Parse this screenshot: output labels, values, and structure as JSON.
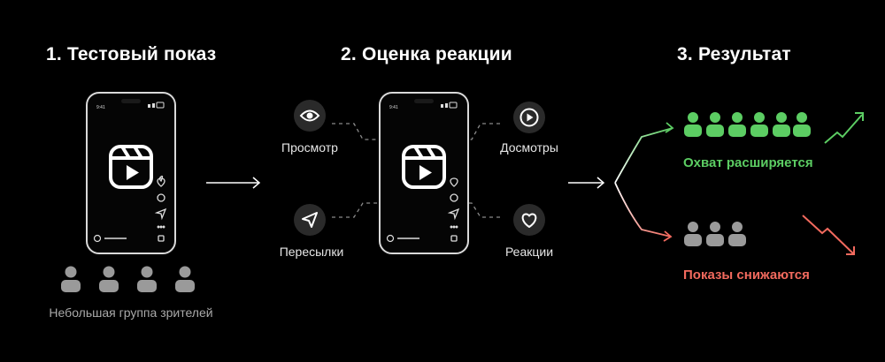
{
  "steps": [
    {
      "title": "1. Тестовый показ"
    },
    {
      "title": "2. Оценка реакции"
    },
    {
      "title": "3. Результат"
    }
  ],
  "step1": {
    "caption": "Небольшая группа зрителей"
  },
  "step2": {
    "metrics": [
      {
        "label": "Просмотр",
        "icon": "eye-icon"
      },
      {
        "label": "Пересылки",
        "icon": "send-icon"
      },
      {
        "label": "Досмотры",
        "icon": "play-icon"
      },
      {
        "label": "Реакции",
        "icon": "heart-icon"
      }
    ]
  },
  "step3": {
    "positive": {
      "label": "Охват расширяется",
      "color": "#5ccd63"
    },
    "negative": {
      "label": "Показы снижаются",
      "color": "#f26a5e"
    }
  },
  "colors": {
    "background": "#000000",
    "text": "#ffffff",
    "muted": "#a9a9a9",
    "green": "#5ccd63",
    "red": "#f26a5e"
  }
}
